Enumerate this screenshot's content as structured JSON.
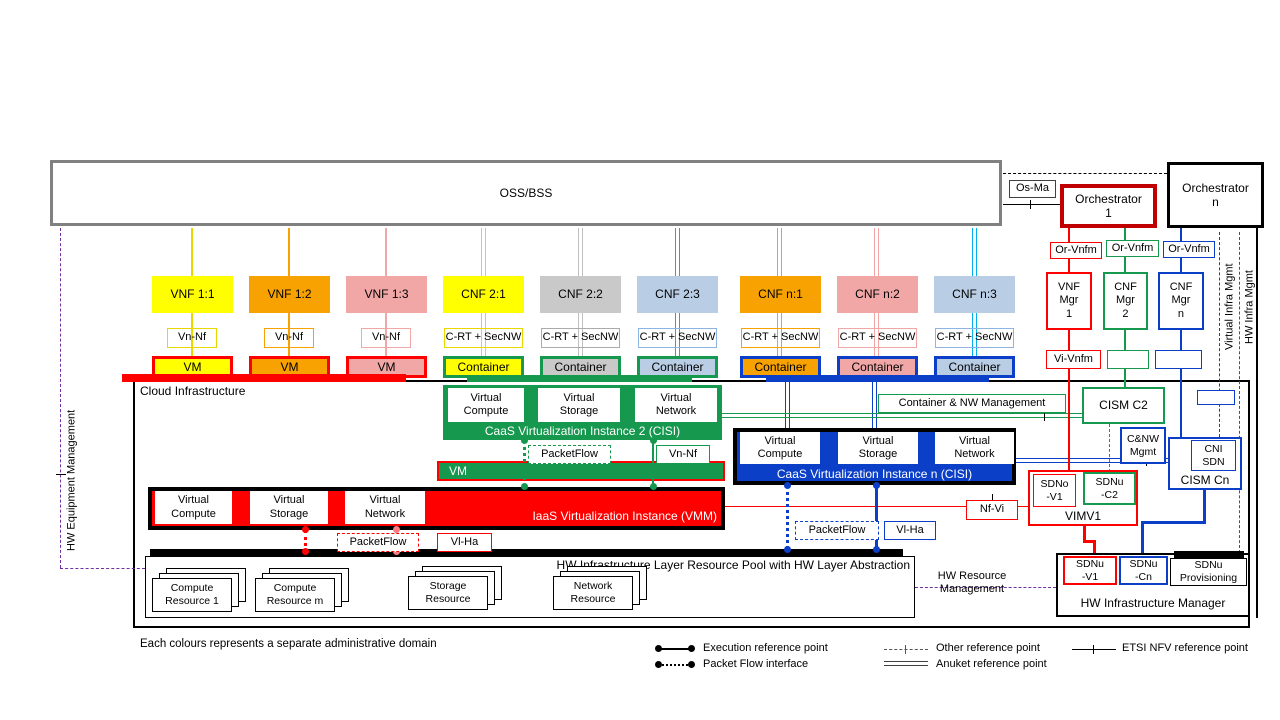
{
  "header": {
    "oss_label": "OSS/BSS",
    "os_ma_label": "Os-Ma",
    "orchestrator_1": "Orchestrator\n1",
    "orchestrator_n": "Orchestrator\nn"
  },
  "nf_columns": [
    {
      "nf": "VNF 1:1",
      "ref": "Vn-Nf",
      "unit": "VM",
      "domain_color": "#FFFF00"
    },
    {
      "nf": "VNF 1:2",
      "ref": "Vn-Nf",
      "unit": "VM",
      "domain_color": "#F7A200"
    },
    {
      "nf": "VNF 1:3",
      "ref": "Vn-Nf",
      "unit": "VM",
      "domain_color": "#F2A7A7"
    },
    {
      "nf": "CNF 2:1",
      "ref": "C-RT + SecNW",
      "unit": "Container",
      "domain_color": "#FFFF00"
    },
    {
      "nf": "CNF 2:2",
      "ref": "C-RT + SecNW",
      "unit": "Container",
      "domain_color": "#C9C9C9"
    },
    {
      "nf": "CNF 2:3",
      "ref": "C-RT + SecNW",
      "unit": "Container",
      "domain_color": "#B9CDE5"
    },
    {
      "nf": "CNF n:1",
      "ref": "C-RT + SecNW",
      "unit": "Container",
      "domain_color": "#F7A200"
    },
    {
      "nf": "CNF n:2",
      "ref": "C-RT + SecNW",
      "unit": "Container",
      "domain_color": "#F2A7A7"
    },
    {
      "nf": "CNF n:3",
      "ref": "C-RT + SecNW",
      "unit": "Container",
      "domain_color": "#B9CDE5"
    }
  ],
  "managers": {
    "or_vnfm_1": "Or-Vnfm",
    "or_vnfm_2": "Or-Vnfm",
    "or_vnfm_3": "Or-Vnfm",
    "vnf_mgr_1": "VNF\nMgr\n1",
    "cnf_mgr_2": "CNF\nMgr\n2",
    "cnf_mgr_n": "CNF\nMgr\nn",
    "vi_vnfm": "Vi-Vnfm"
  },
  "cloud": {
    "title": "Cloud  Infrastructure",
    "cisi2": {
      "compute": "Virtual\nCompute",
      "storage": "Virtual\nStorage",
      "network": "Virtual\nNetwork",
      "caption": "CaaS Virtualization Instance 2 (CISI)",
      "packet_flow": "PacketFlow",
      "vn_nf": "Vn-Nf",
      "vm_bar": "VM"
    },
    "iaas": {
      "compute": "Virtual\nCompute",
      "storage": "Virtual\nStorage",
      "network": "Virtual\nNetwork",
      "caption": "IaaS Virtualization Instance (VMM)",
      "packet_flow": "PacketFlow",
      "vl_ha": "Vl-Ha"
    },
    "cisin": {
      "compute": "Virtual\nCompute",
      "storage": "Virtual\nStorage",
      "network": "Virtual\nNetwork",
      "caption": "CaaS Virtualization Instance n (CISI)",
      "packet_flow": "PacketFlow",
      "vl_ha": "Vl-Ha",
      "nf_vi": "Nf-Vi"
    },
    "pool": {
      "title": "HW Infrastructure Layer Resource Pool with HW Layer Abstraction",
      "resources": [
        "Compute\nResource 1",
        "Compute\nResource m",
        "Storage\nResource",
        "Network\nResource"
      ]
    }
  },
  "mgmt_plane": {
    "container_nw_management": "Container & NW  Management",
    "cism_c2": "CISM C2",
    "cnw_mgmt": "C&NW\nMgmt",
    "cni_sdn": "CNI\nSDN",
    "cism_cn": "CISM Cn",
    "sdno_v1": "SDNo\n-V1",
    "sdnu_c2": "SDNu\n-C2",
    "vim_v1": "VIMV1",
    "hw_resource_management": "HW Resource\nManagement",
    "hw_infrastructure_manager": "HW Infrastructure Manager",
    "sdnu_v1": "SDNu\n-V1",
    "sdnu_cn": "SDNu\n-Cn",
    "sdnu_provisioning": "SDNu\nProvisioning"
  },
  "side_labels": {
    "hw_equipment_management": "HW Equipment Management",
    "virtual_infra_mgmt": "Virtual Infra Mgmt",
    "hw_infra_mgmt": "HW Infra Mgmt"
  },
  "legend": {
    "admin_note": "Each colours represents a separate administrative domain",
    "execution": "Execution reference point",
    "packet_flow": "Packet Flow interface",
    "other": "Other reference point",
    "anuket": "Anuket reference point",
    "etsi": "ETSI NFV reference point"
  },
  "colors": {
    "domain_red": "#FF0000",
    "domain_green": "#17984F",
    "domain_blue": "#0B3FC8",
    "mgmt_purple": "#7030A0",
    "cyan_link": "#00B0F0",
    "orchestrator1_border": "#C00000",
    "oss_border": "#808080"
  }
}
